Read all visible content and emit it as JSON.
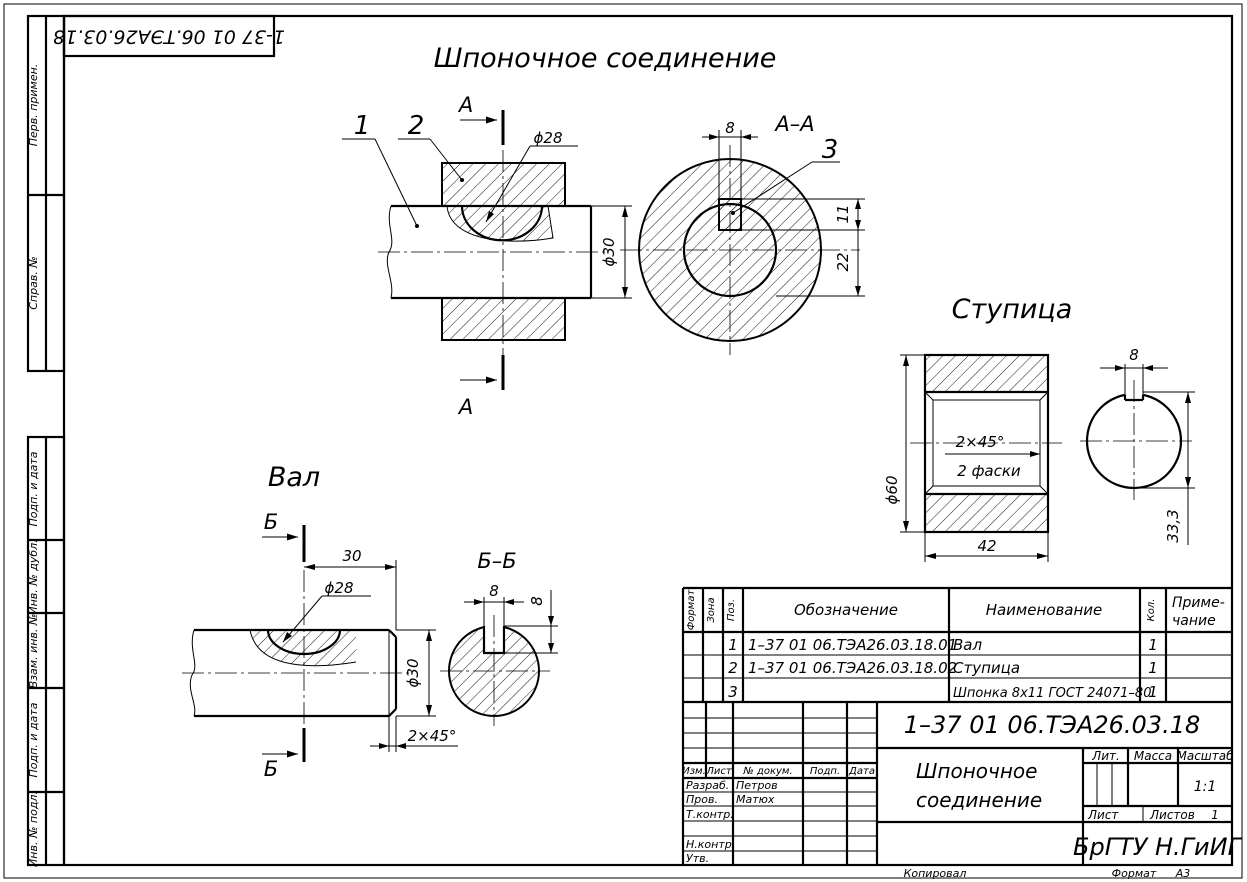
{
  "stamp_rotated": "1-37 01 06.ТЭА26.03.18",
  "titles": {
    "assembly": "Шпоночное соединение",
    "hub": "Ступица",
    "shaft": "Вал"
  },
  "section_labels": {
    "a_top": "А",
    "a_bottom": "А",
    "aa": "А–А",
    "b_top": "Б",
    "b_bottom": "Б",
    "bb": "Б–Б"
  },
  "callouts": {
    "p1": "1",
    "p2": "2",
    "p3": "3"
  },
  "dimensions": {
    "asm_d28": "ϕ28",
    "asm_d30": "ϕ30",
    "aa_key_width": "8",
    "aa_11": "11",
    "aa_22": "22",
    "hub_d60": "ϕ60",
    "hub_42": "42",
    "hub_chamfer": "2×45°",
    "hub_chamfer_note": "2 фаски",
    "hub_slot_8": "8",
    "hub_33_3": "33,3",
    "shaft_30": "30",
    "shaft_d28": "ϕ28",
    "shaft_d30": "ϕ30",
    "shaft_chamfer": "2×45°",
    "bb_8_width": "8",
    "bb_8_depth": "8"
  },
  "left_strip": [
    "Перв. примен.",
    "Справ. №",
    "Подп. и дата",
    "Инв. № дубл.",
    "Взам. инв. №",
    "Подп. и дата",
    "Инв. № подл."
  ],
  "spec_table": {
    "headers": {
      "format": "Формат",
      "zone": "Зона",
      "pos": "Поз.",
      "designation": "Обозначение",
      "name": "Наименование",
      "qty": "Кол.",
      "note_1": "Приме-",
      "note_2": "чание"
    },
    "rows": [
      {
        "pos": "1",
        "designation": "1–37 01 06.ТЭА26.03.18.01",
        "name": "Вал",
        "qty": "1"
      },
      {
        "pos": "2",
        "designation": "1–37 01 06.ТЭА26.03.18.02",
        "name": "Ступица",
        "qty": "1"
      },
      {
        "pos": "3",
        "designation": "",
        "name": "Шпонка 8х11 ГОСТ 24071–80",
        "qty": "1"
      }
    ]
  },
  "title_block": {
    "doc_code": "1–37 01 06.ТЭА26.03.18",
    "name_1": "Шпоночное",
    "name_2": "соединение",
    "col_headers": {
      "izm": "Изм.",
      "list": "Лист",
      "doc_no": "№ докум.",
      "sign": "Подп.",
      "date": "Дата"
    },
    "roles": [
      "Разраб.",
      "Пров.",
      "Т.контр.",
      "",
      "Н.контр.",
      "Утв."
    ],
    "people": [
      "Петров",
      "Матюх"
    ],
    "lit": "Лит.",
    "mass": "Масса",
    "scale": "Масштаб",
    "scale_value": "1:1",
    "sheet": "Лист",
    "sheets": "Листов",
    "sheets_value": "1",
    "org": "БрГТУ Н.ГиИГ"
  },
  "footer": {
    "copied": "Копировал",
    "format_label": "Формат",
    "format_value": "А3"
  }
}
